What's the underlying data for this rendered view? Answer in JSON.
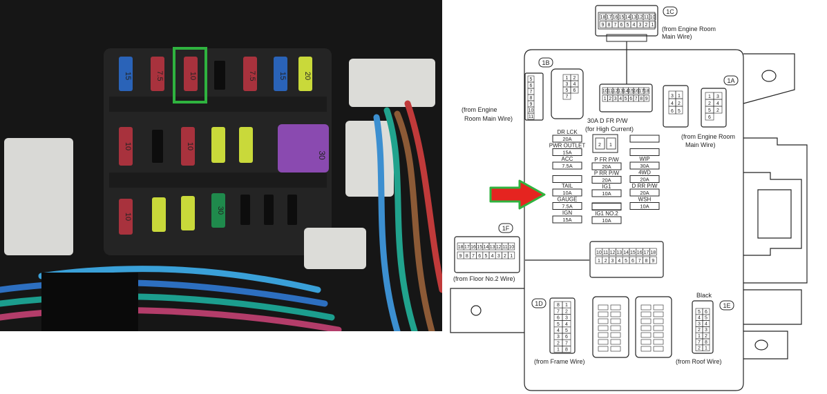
{
  "photo": {
    "fuses_row1": [
      "15",
      "7.5",
      "10",
      "",
      "7.5",
      "15",
      "20"
    ],
    "fuses_row2": [
      "10",
      "",
      "10",
      "",
      ""
    ],
    "fuses_row3": [
      "10",
      "",
      "",
      "30",
      "",
      "",
      ""
    ],
    "large_fuse": "30",
    "colors": {
      "red": "#a8323d",
      "blue": "#2a63b8",
      "yellow": "#c9d93a",
      "green": "#1f8a4c",
      "violet": "#8a4ab0",
      "highlight": "#2fb33f"
    }
  },
  "connectors": {
    "c1c": {
      "tag": "1C",
      "source_line1": "(from Engine Room",
      "source_line2": "Main Wire)",
      "pins_top": [
        "18",
        "17",
        "16",
        "15",
        "14",
        "13",
        "12",
        "11",
        "10"
      ],
      "pins_bottom": [
        "9",
        "8",
        "7",
        "6",
        "5",
        "4",
        "3",
        "2",
        "1"
      ]
    },
    "c1b": {
      "tag": "1B",
      "source_line1": "(from Engine",
      "source_line2": "Room Main Wire)",
      "pins_left": [
        "5",
        "6",
        "7",
        "8",
        "9",
        "10",
        "11"
      ],
      "pins_right": [
        "1",
        "2",
        "3",
        "4",
        "5",
        "6",
        "7"
      ],
      "pins_inner": [
        "5",
        "6",
        "7",
        "8",
        "9",
        "10",
        "11"
      ],
      "pins_inner_b": [
        "1",
        "2",
        "3",
        "4"
      ]
    },
    "ctop": {
      "pins_top": [
        "10",
        "11",
        "12",
        "13",
        "14",
        "15",
        "16",
        "17",
        "18"
      ],
      "pins_bottom": [
        "1",
        "2",
        "3",
        "4",
        "5",
        "6",
        "7",
        "8",
        "9"
      ]
    },
    "c1a": {
      "tag": "1A",
      "source_line1": "(from Engine Room",
      "source_line2": "Main Wire)",
      "pins_a": [
        "3",
        "1",
        "4",
        "2",
        "6",
        "5"
      ],
      "pins_b": [
        "1",
        "3",
        "2",
        "4",
        "5",
        "2",
        "6"
      ]
    },
    "c1f": {
      "tag": "1F",
      "source": "(from Floor No.2 Wire)",
      "pins_top": [
        "18",
        "17",
        "16",
        "15",
        "14",
        "13",
        "12",
        "11",
        "10"
      ],
      "pins_bottom": [
        "9",
        "8",
        "7",
        "6",
        "5",
        "4",
        "3",
        "2",
        "1"
      ]
    },
    "cmid": {
      "pins_top": [
        "10",
        "11",
        "12",
        "13",
        "14",
        "15",
        "16",
        "17",
        "18"
      ],
      "pins_bottom": [
        "1",
        "2",
        "3",
        "4",
        "5",
        "6",
        "7",
        "8",
        "9"
      ]
    },
    "c1d": {
      "tag": "1D",
      "source": "(from Frame Wire)",
      "pins": [
        "8",
        "1",
        "7",
        "2",
        "6",
        "3",
        "5",
        "4",
        "4",
        "5",
        "3",
        "6",
        "2",
        "7",
        "1",
        "8"
      ]
    },
    "c1e": {
      "tag": "1E",
      "source": "(from Roof Wire)",
      "color": "Black",
      "pins": [
        "5",
        "6",
        "4",
        "5",
        "3",
        "4",
        "2",
        "3",
        "1",
        "2",
        "7",
        "8",
        "2",
        "1"
      ]
    }
  },
  "fuses_left": [
    {
      "name": "DR LCK",
      "amp": "20A"
    },
    {
      "name": "PWR OUTLET",
      "amp": "15A"
    },
    {
      "name": "ACC",
      "amp": "7.5A"
    },
    {
      "name": "",
      "amp": ""
    },
    {
      "name": "TAIL",
      "amp": "10A"
    },
    {
      "name": "GAUGE",
      "amp": "7.5A"
    },
    {
      "name": "IGN",
      "amp": "15A"
    }
  ],
  "fuses_center": [
    {
      "name": "P FR P/W",
      "amp": "20A"
    },
    {
      "name": "P RR P/W",
      "amp": "20A"
    },
    {
      "name": "IG1",
      "amp": "10A"
    },
    {
      "name": "",
      "amp": ""
    },
    {
      "name": "IG1 NO.2",
      "amp": "10A"
    }
  ],
  "fuses_right": [
    {
      "name": "",
      "amp": ""
    },
    {
      "name": "",
      "amp": ""
    },
    {
      "name": "WIP",
      "amp": "30A"
    },
    {
      "name": "4WD",
      "amp": "20A"
    },
    {
      "name": "D RR P/W",
      "amp": "20A"
    },
    {
      "name": "WSH",
      "amp": "10A"
    }
  ],
  "high_current": {
    "line1": "30A D FR P/W",
    "line2": "(for High Current)",
    "pins": [
      "2",
      "1"
    ]
  },
  "arrow": {
    "color": "#e52420",
    "outline": "#2fb33f",
    "points_to": "TAIL"
  }
}
